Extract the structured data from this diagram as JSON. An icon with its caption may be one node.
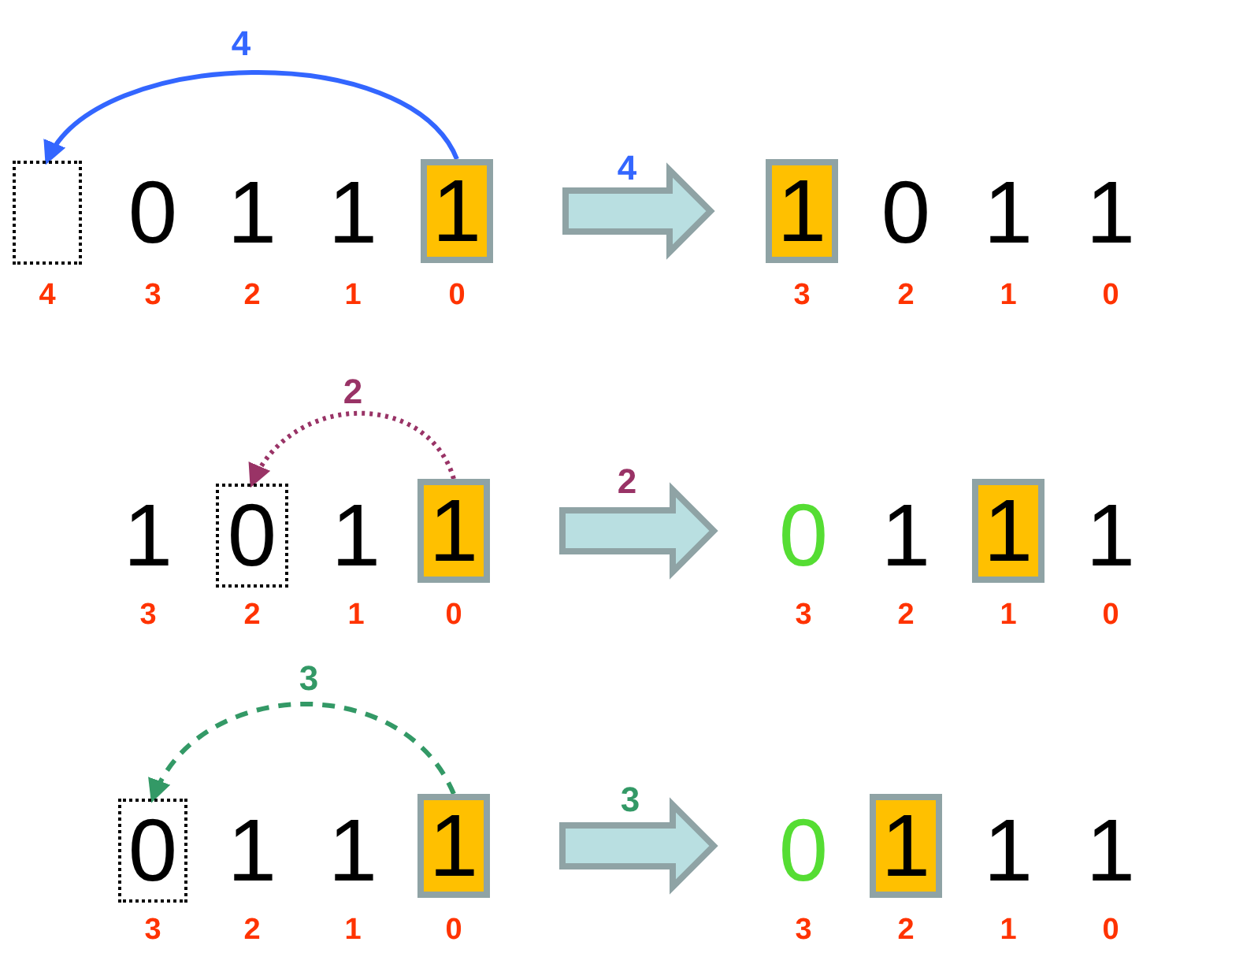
{
  "diagram": {
    "nodes": [
      {
        "text": [],
        "shape": "box",
        "beside": [
          "4"
        ]
      },
      {
        "text": [
          "0"
        ],
        "beside": [
          "3"
        ]
      },
      {
        "text": [
          "1"
        ],
        "beside": [
          "2"
        ]
      },
      {
        "text": [
          "1"
        ],
        "beside": [
          "1"
        ]
      },
      {
        "text": [
          "1"
        ],
        "beside": [
          "0"
        ]
      },
      {
        "text": [
          "1"
        ],
        "beside": [
          "3"
        ]
      },
      {
        "text": [
          "0"
        ],
        "beside": [
          "2"
        ]
      },
      {
        "text": [
          "1"
        ],
        "beside": [
          "1"
        ]
      },
      {
        "text": [
          "1"
        ],
        "beside": [
          "0"
        ]
      },
      {
        "text": [
          "1"
        ],
        "beside": [
          "3"
        ]
      },
      {
        "text": [
          "0"
        ],
        "beside": [
          "2"
        ]
      },
      {
        "text": [
          "1"
        ],
        "beside": [
          "1"
        ]
      },
      {
        "text": [
          "1"
        ],
        "beside": [
          "0"
        ]
      },
      {
        "text": [
          "0"
        ],
        "beside": [
          "3"
        ]
      },
      {
        "text": [
          "1"
        ],
        "beside": [
          "2"
        ]
      },
      {
        "text": [
          "1"
        ],
        "beside": [
          "1"
        ]
      },
      {
        "text": [
          "1"
        ],
        "beside": [
          "0"
        ]
      },
      {
        "text": [
          "0"
        ],
        "beside": [
          "3"
        ]
      },
      {
        "text": [
          "1"
        ],
        "beside": [
          "2"
        ]
      },
      {
        "text": [
          "1"
        ],
        "beside": [
          "1"
        ]
      },
      {
        "text": [
          "1"
        ],
        "beside": [
          "0"
        ]
      },
      {
        "text": [
          "0"
        ],
        "beside": [
          "3"
        ]
      },
      {
        "text": [
          "1"
        ],
        "beside": [
          "2"
        ]
      },
      {
        "text": [
          "1"
        ],
        "beside": [
          "1"
        ]
      },
      {
        "text": [
          "1"
        ],
        "beside": [
          "0"
        ]
      }
    ],
    "edges": [
      {
        "from": 4,
        "to": 0,
        "arrow": "to",
        "label": "4",
        "color": "#3366ff"
      },
      {
        "from": 4,
        "to": 5,
        "arrow": "to",
        "label": "4",
        "style": "thick",
        "color": "#b9dfe1"
      },
      {
        "from": 12,
        "to": 10,
        "arrow": "to",
        "label": "2",
        "style": "dashed",
        "color": "#993366"
      },
      {
        "from": 12,
        "to": 13,
        "arrow": "to",
        "label": "2",
        "style": "thick",
        "color": "#b9dfe1"
      },
      {
        "from": 20,
        "to": 17,
        "arrow": "to",
        "label": "3",
        "style": "dashed",
        "color": "#339966"
      },
      {
        "from": 20,
        "to": 21,
        "arrow": "to",
        "label": "3",
        "style": "thick",
        "color": "#b9dfe1"
      }
    ]
  }
}
